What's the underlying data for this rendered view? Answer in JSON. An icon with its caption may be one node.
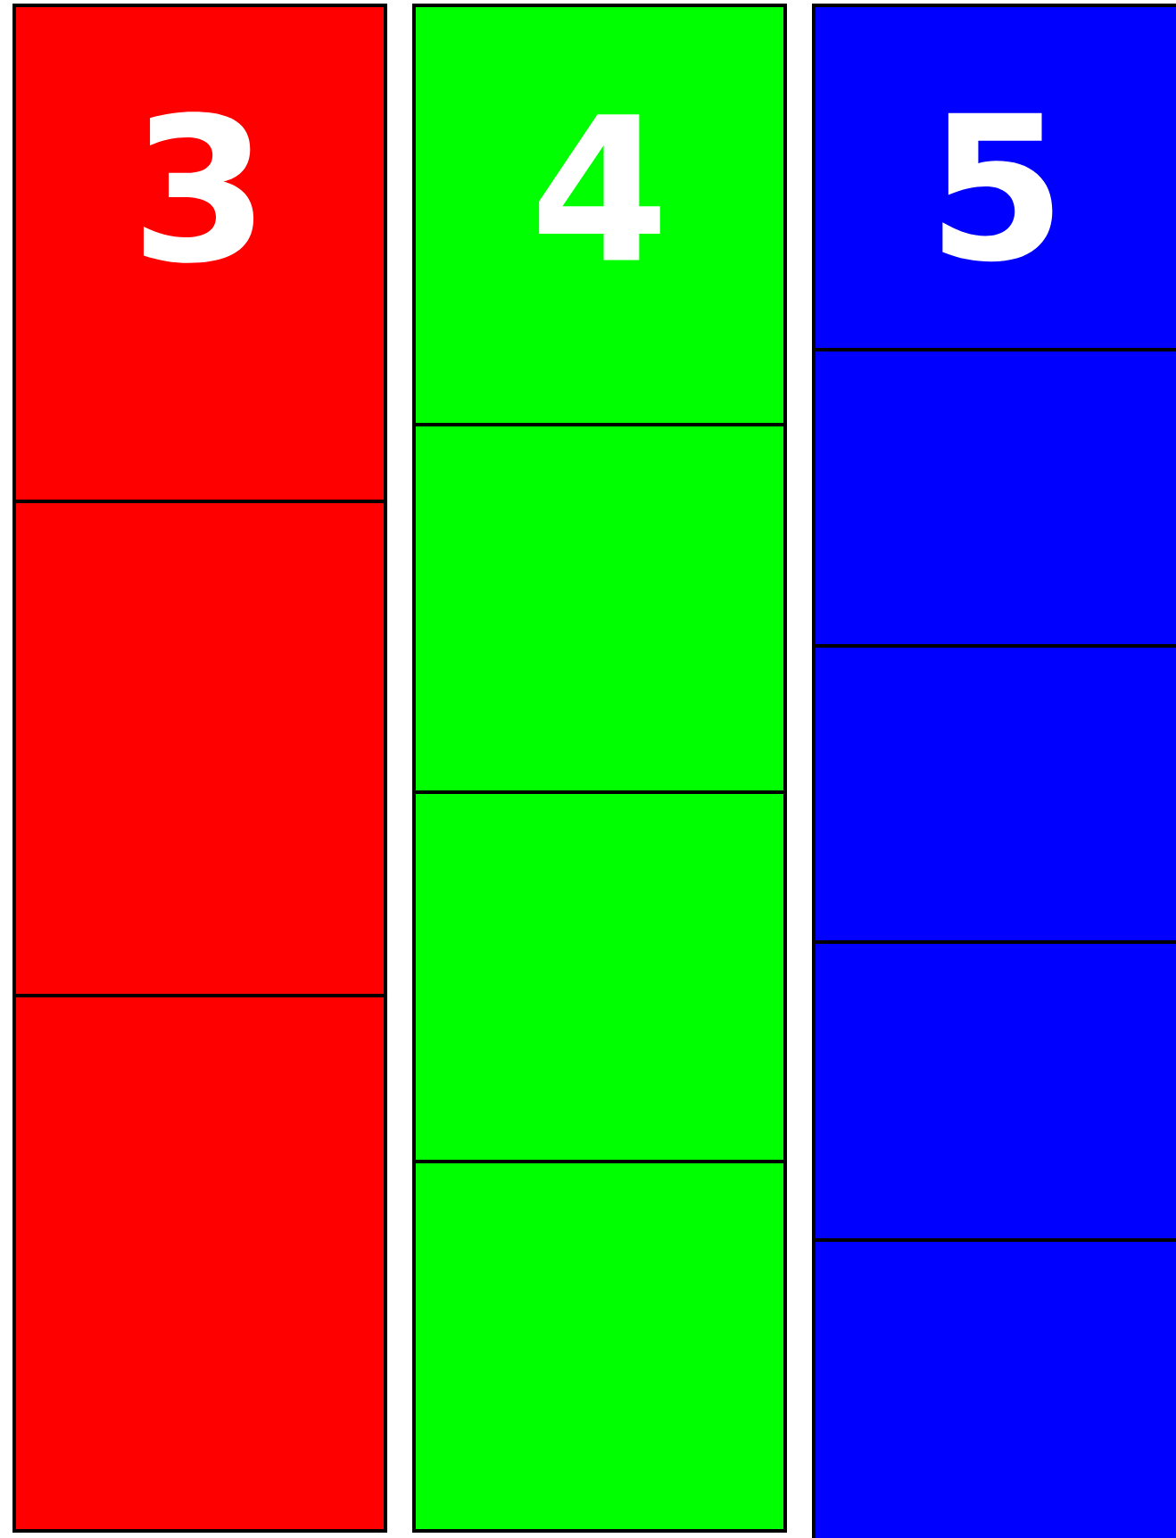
{
  "diagram": {
    "nodes": [
      {
        "text": [
          "3"
        ]
      },
      {
        "text": [],
        "shape": "box"
      },
      {
        "text": [],
        "shape": "box"
      },
      {
        "text": [
          "4"
        ]
      },
      {
        "text": [],
        "shape": "box"
      },
      {
        "text": [],
        "shape": "box"
      },
      {
        "text": [],
        "shape": "box"
      },
      {
        "text": [
          "5"
        ]
      },
      {
        "text": [],
        "shape": "box"
      },
      {
        "text": [],
        "shape": "box"
      },
      {
        "text": [],
        "shape": "box"
      },
      {
        "text": [],
        "shape": "box"
      }
    ]
  }
}
